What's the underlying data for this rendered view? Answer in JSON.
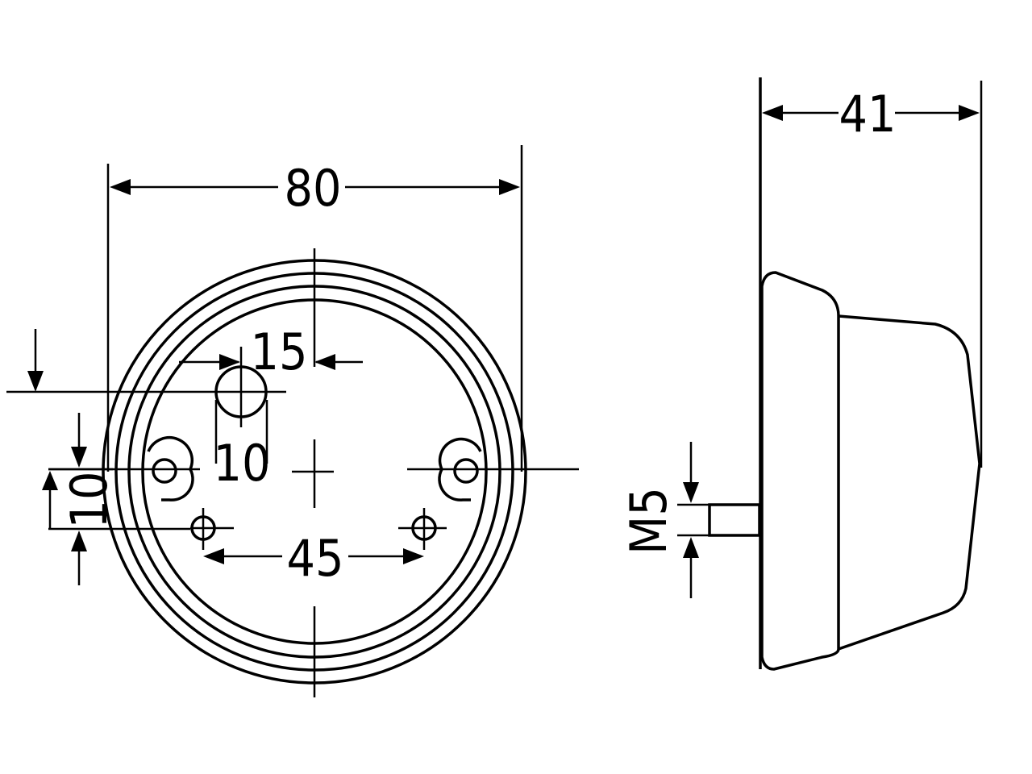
{
  "dimensions": {
    "overall_diameter": "80",
    "depth": "41",
    "hole_offset": "15",
    "hole_size": "10",
    "side_height": "10",
    "hole_spacing": "45",
    "thread": "M5"
  },
  "colors": {
    "line": "#000000",
    "background": "#ffffff"
  }
}
